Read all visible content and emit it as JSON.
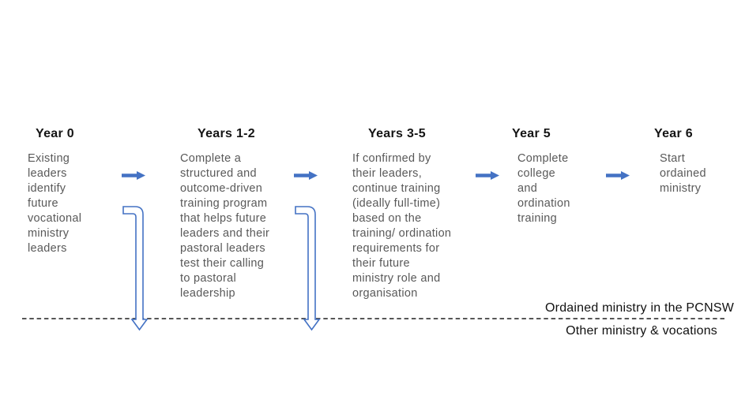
{
  "colors": {
    "arrow_blue": "#4472C4",
    "body_text": "#595959",
    "heading_text": "#141414",
    "divider_line": "#3f3f3f",
    "background": "#ffffff"
  },
  "timeline": {
    "columns": [
      {
        "heading": "Year 0",
        "body_lines": [
          "Existing",
          "leaders",
          "identify",
          "future",
          "vocational",
          "ministry",
          "leaders"
        ]
      },
      {
        "heading": "Years 1-2",
        "body_lines": [
          "Complete a",
          "structured and",
          "outcome-driven",
          "training program",
          "that helps future",
          "leaders and their",
          "pastoral leaders",
          "test their calling",
          "to pastoral",
          "leadership"
        ]
      },
      {
        "heading": "Years 3-5",
        "body_lines": [
          "If confirmed by",
          "their leaders,",
          "continue training",
          "(ideally full-time)",
          "based on the",
          "training/ ordination",
          "requirements for",
          "their future",
          "ministry role and",
          "organisation"
        ]
      },
      {
        "heading": "Year 5",
        "body_lines": [
          "Complete",
          "college",
          "and",
          "ordination",
          "training"
        ]
      },
      {
        "heading": "Year 6",
        "body_lines": [
          "Start",
          "ordained",
          "ministry"
        ]
      }
    ],
    "icons": {
      "forward_arrow": "right-arrow",
      "branch_arrow": "bent-down-arrow"
    },
    "divider": {
      "above_label": "Ordained ministry in the PCNSW",
      "below_label": "Other ministry & vocations"
    }
  }
}
